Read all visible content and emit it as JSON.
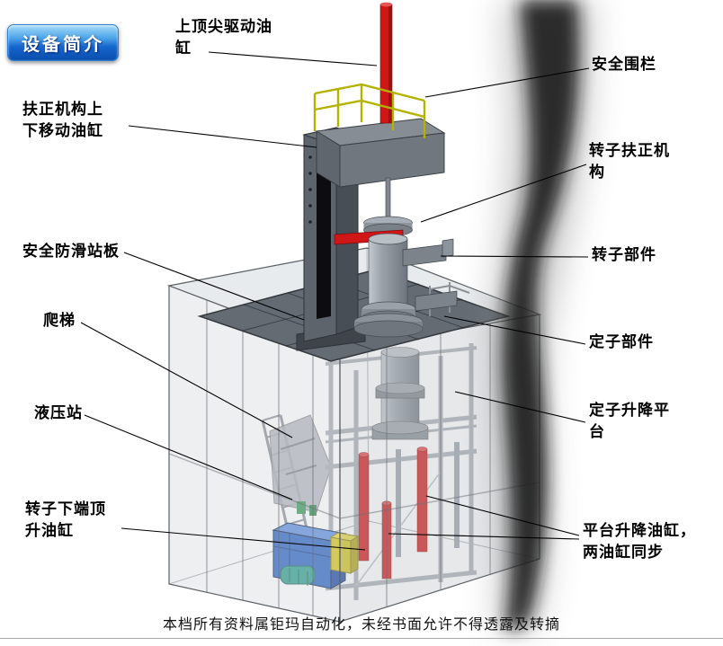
{
  "badge": {
    "label": "设备简介"
  },
  "labels": {
    "top_tip_cylinder": "上顶尖驱动油\n缸",
    "safety_fence": "安全围栏",
    "centering_updown_cylinder": "扶正机构上\n下移动油缸",
    "rotor_centering_mechanism": "转子扶正机\n构",
    "antislip_platform": "安全防滑站板",
    "rotor_part": "转子部件",
    "ladder": "爬梯",
    "stator_part": "定子部件",
    "hydraulic_station": "液压站",
    "stator_lift_platform": "定子升降平\n台",
    "rotor_bottom_jack_cylinder": "转子下端顶\n升油缸",
    "platform_lift_cylinders": "平台升降油缸，\n两油缸同步"
  },
  "footer": {
    "text": "本档所有资料属钜玛自动化，未经书面允许不得透露及转摘"
  },
  "colors": {
    "cylinder_red": "#cf1717",
    "railing_yellow": "#b4b200",
    "hydraulic_blue": "#2f66c4",
    "aux_box_yellow": "#d6c51e",
    "badge_blue_top": "#a6dcf8",
    "badge_blue_bottom": "#0a4dad",
    "structure_gray": "#5d646c"
  }
}
